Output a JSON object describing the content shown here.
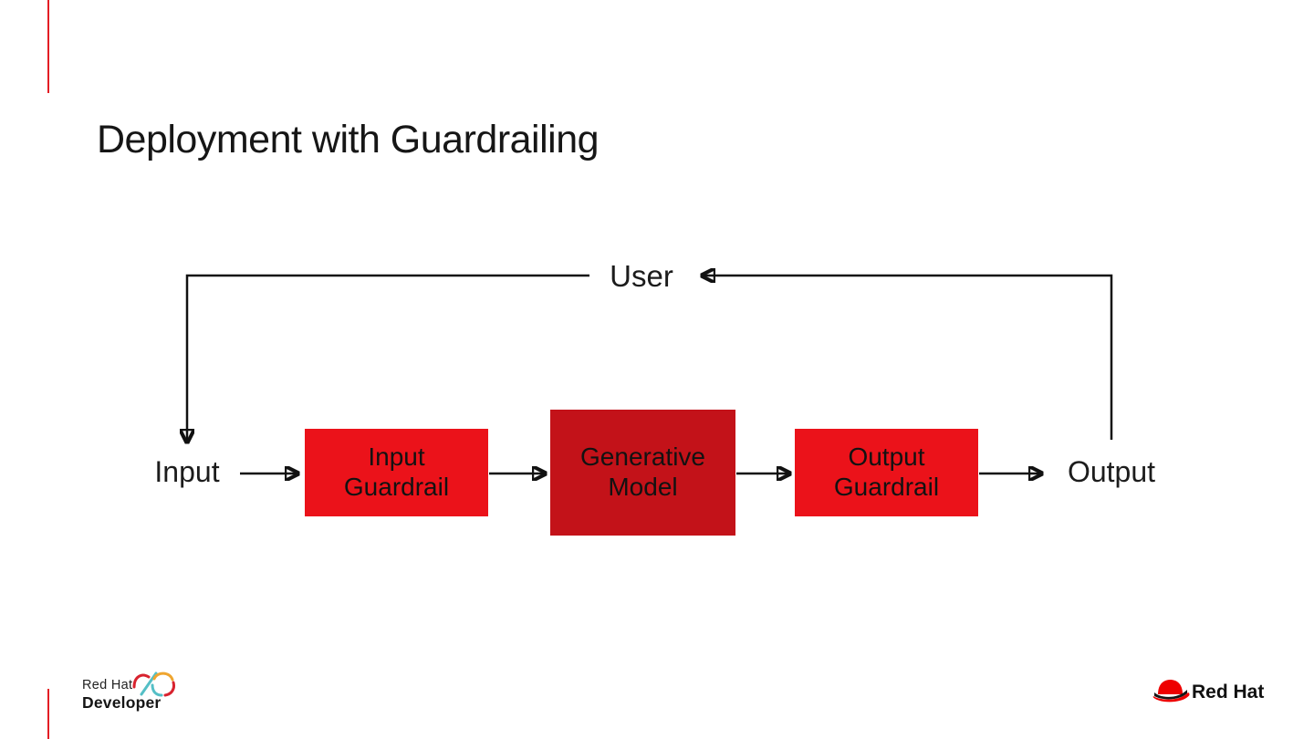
{
  "slide": {
    "title": "Deployment with Guardrailing"
  },
  "diagram": {
    "labels": {
      "user": "User",
      "input": "Input",
      "output": "Output"
    },
    "nodes": {
      "input_guardrail": "Input\nGuardrail",
      "generative_model": "Generative\nModel",
      "output_guardrail": "Output\nGuardrail"
    },
    "edges": [
      {
        "from": "Input",
        "to": "Input Guardrail"
      },
      {
        "from": "Input Guardrail",
        "to": "Generative Model"
      },
      {
        "from": "Generative Model",
        "to": "Output Guardrail"
      },
      {
        "from": "Output Guardrail",
        "to": "Output"
      },
      {
        "from": "Output",
        "to": "User"
      },
      {
        "from": "User",
        "to": "Input"
      }
    ],
    "colors": {
      "guardrail_box": "#eb121a",
      "model_box": "#c31219",
      "connector": "#111111"
    }
  },
  "footer": {
    "developer_logo": {
      "brand": "Red Hat",
      "product": "Developer"
    },
    "redhat_logo": {
      "text": "Red Hat",
      "hat_color": "#ee0000"
    },
    "accent_color": "#e31e25"
  }
}
